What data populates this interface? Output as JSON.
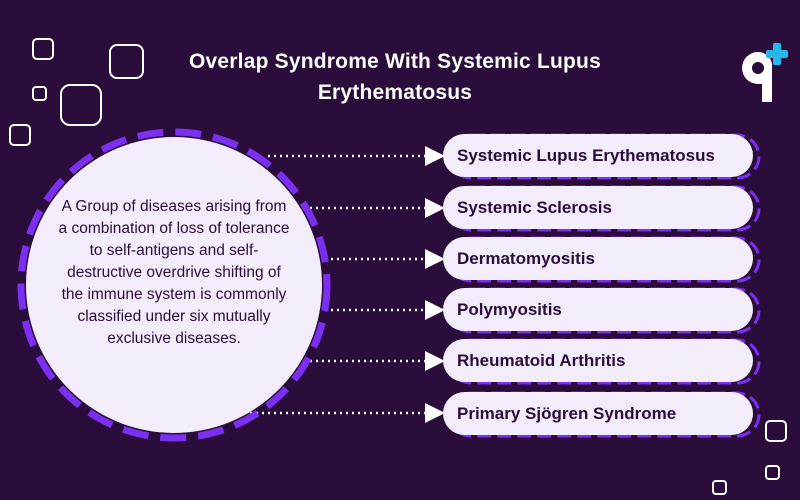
{
  "title": {
    "line1": "Overlap Syndrome With Systemic Lupus",
    "line2": "Erythematosus"
  },
  "center": {
    "text": "A Group of diseases arising from a combination of loss of tolerance to self-antigens and self-destructive overdrive shifting of the immune system is commonly classified under six mutually exclusive diseases."
  },
  "diseases": [
    "Systemic Lupus Erythematosus",
    "Systemic Sclerosis",
    "Dermatomyositis",
    "Polymyositis",
    "Rheumatoid Arthritis",
    "Primary Sjögren Syndrome"
  ],
  "colors": {
    "background": "#2a0d3a",
    "accent": "#7b2ff0",
    "pill": "#f3ecfb",
    "circle_fill": "#f3ecfb",
    "text_dark": "#2a0d3a",
    "logo_plus": "#29b6e8"
  },
  "icons": {
    "logo": "plus-logo-icon"
  }
}
